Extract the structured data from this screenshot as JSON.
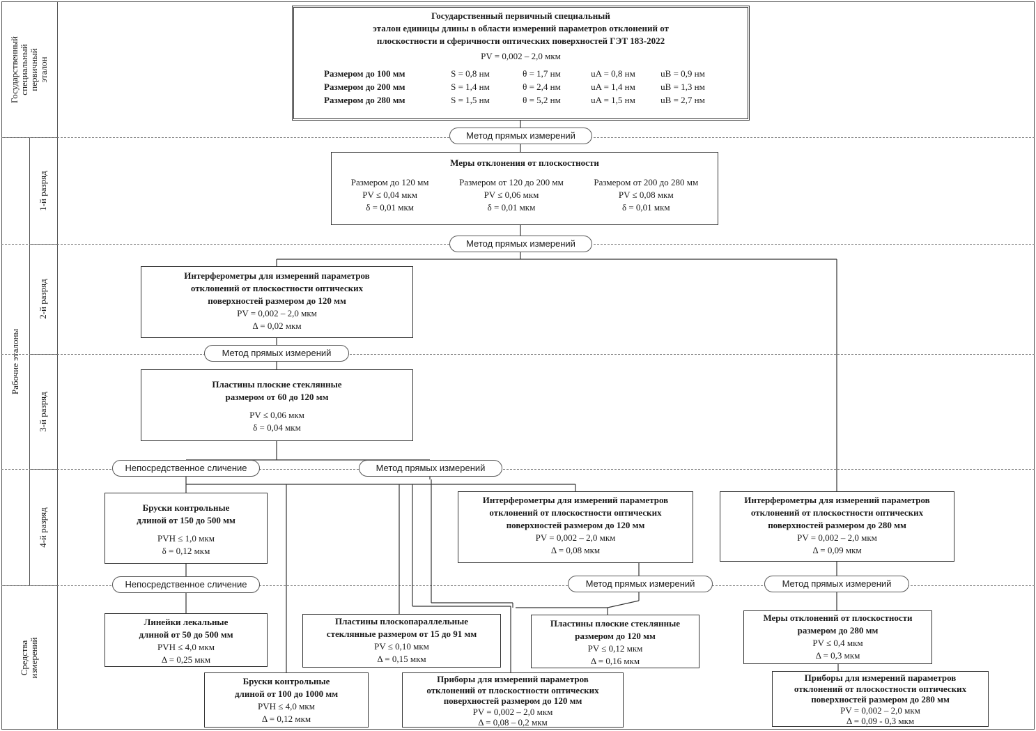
{
  "left_labels": {
    "state": "Государственный специальный первичный эталон",
    "working": "Рабочие эталоны",
    "tools": "Средства измерений",
    "rank1": "1-й разряд",
    "rank2": "2-й разряд",
    "rank3": "3-й разряд",
    "rank4": "4-й разряд"
  },
  "primary": {
    "title1": "Государственный первичный специальный",
    "title2": "эталон единицы длины в области измерений параметров  отклонений от",
    "title3": "плоскостности и сферичности оптических поверхностей ГЭТ 183-2022",
    "range": "PV = 0,002 – 2,0 мкм",
    "rows": [
      {
        "size": "Размером до 100 мм",
        "s": "S = 0,8 нм",
        "theta": "θ = 1,7 нм",
        "ua": "uA = 0,8 нм",
        "ub": "uB = 0,9 нм"
      },
      {
        "size": "Размером до 200 мм",
        "s": "S = 1,4 нм",
        "theta": "θ = 2,4 нм",
        "ua": "uA = 1,4 нм",
        "ub": "uB = 1,3 нм"
      },
      {
        "size": "Размером до 280 мм",
        "s": "S = 1,5 нм",
        "theta": "θ = 5,2 нм",
        "ua": "uA = 1,5 нм",
        "ub": "uB = 2,7 нм"
      }
    ]
  },
  "methods": {
    "direct": "Метод прямых измерений",
    "compare": "Непосредственное сличение"
  },
  "rank1_box": {
    "title": "Меры отклонения от плоскостности",
    "cols": [
      {
        "a": "Размером до 120 мм",
        "b": "PV ≤ 0,04 мкм",
        "c": "δ = 0,01 мкм"
      },
      {
        "a": "Размером от 120 до 200 мм",
        "b": "PV ≤ 0,06 мкм",
        "c": "δ = 0,01 мкм"
      },
      {
        "a": "Размером от 200 до 280 мм",
        "b": "PV ≤ 0,08 мкм",
        "c": "δ = 0,01 мкм"
      }
    ]
  },
  "rank2_box": {
    "t1": "Интерферометры для измерений параметров",
    "t2": "отклонений от плоскостности оптических",
    "t3": "поверхностей размером до 120 мм",
    "v1": "PV = 0,002 – 2,0 мкм",
    "v2": "Δ = 0,02 мкм"
  },
  "rank3_box": {
    "t1": "Пластины плоские стеклянные",
    "t2": "размером от  60 до 120 мм",
    "v1": "PV ≤ 0,06 мкм",
    "v2": "δ = 0,04 мкм"
  },
  "rank4_a": {
    "t1": "Бруски контрольные",
    "t2": "длиной от 150 до 500 мм",
    "v1": "PVH ≤  1,0 мкм",
    "v2": "δ = 0,12 мкм"
  },
  "rank4_b": {
    "t1": "Интерферометры для измерений параметров",
    "t2": "отклонений от плоскостности оптических",
    "t3": "поверхностей размером до 120 мм",
    "v1": "PV = 0,002 – 2,0 мкм",
    "v2": "Δ = 0,08 мкм"
  },
  "rank4_c": {
    "t1": "Интерферометры для измерений параметров",
    "t2": "отклонений от плоскостности оптических",
    "t3": "поверхностей размером до 280 мм",
    "v1": "PV = 0,002 – 2,0 мкм",
    "v2": "Δ = 0,09 мкм"
  },
  "tool_a": {
    "t1": "Линейки лекальные",
    "t2": "длиной от 50 до 500 мм",
    "v1": "PVH ≤  4,0 мкм",
    "v2": "Δ = 0,25 мкм"
  },
  "tool_b": {
    "t1": "Пластины плоскопараллельные",
    "t2": "стеклянные размером от 15 до 91 мм",
    "v1": "PV ≤  0,10 мкм",
    "v2": "Δ = 0,15 мкм"
  },
  "tool_c": {
    "t1": "Пластины плоские стеклянные",
    "t2": "размером  до 120 мм",
    "v1": "PV ≤ 0,12 мкм",
    "v2": "Δ = 0,16 мкм"
  },
  "tool_d": {
    "t1": "Меры отклонений от плоскостности",
    "t2": "размером до 280 мм",
    "v1": "PV ≤ 0,4 мкм",
    "v2": "Δ = 0,3 мкм"
  },
  "tool_e": {
    "t1": "Бруски контрольные",
    "t2": "длиной от 100 до 1000 мм",
    "v1": "PVH ≤  4,0 мкм",
    "v2": "Δ = 0,12 мкм"
  },
  "tool_f": {
    "t1": "Приборы для измерений параметров",
    "t2": "отклонений от плоскостности оптических",
    "t3": "поверхностей размером до 120 мм",
    "v1": "PV = 0,002 – 2,0 мкм",
    "v2": "Δ = 0,08 – 0,2 мкм"
  },
  "tool_g": {
    "t1": "Приборы для измерений параметров",
    "t2": "отклонений от плоскостности оптических",
    "t3": "поверхностей размером до 280 мм",
    "v1": "PV = 0,002 – 2,0 мкм",
    "v2": "Δ = 0,09 - 0,3 мкм"
  }
}
